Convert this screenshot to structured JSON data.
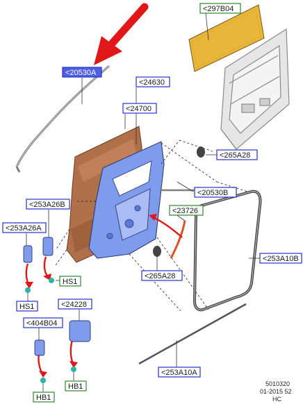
{
  "callouts": {
    "seal_panel": "<297B04",
    "roof_strip": "<20530A",
    "door_frame": "<24630",
    "door_skin": "<24700",
    "bumper_top": "<265A28",
    "lower_strip": "<20530B",
    "hinge_upper": "<253A26B",
    "hinge_lower": "<253A26A",
    "rod": "<23726",
    "bumper_low": "<265A28",
    "weatherstrip": "<253A10B",
    "bolt_hs1_right": "HS1",
    "bolt_hs1_left": "HS1",
    "lower_hinge": "<24228",
    "roller": "<404B04",
    "bolt_hb1_right": "HB1",
    "bolt_hb1_left": "HB1",
    "sill_strip": "<253A10A"
  },
  "footer": {
    "code": "5010320",
    "date": "01-2015 52",
    "tag": "HC"
  },
  "colors": {
    "callout_blue": "#2233cc",
    "callout_green": "#2a8a2a",
    "highlight_fill": "#4f5fe0",
    "arrow_red": "#e01818",
    "door_blue": "#7f9bec",
    "door_brown": "#b0704a",
    "seal_yellow": "#e8b63a"
  }
}
